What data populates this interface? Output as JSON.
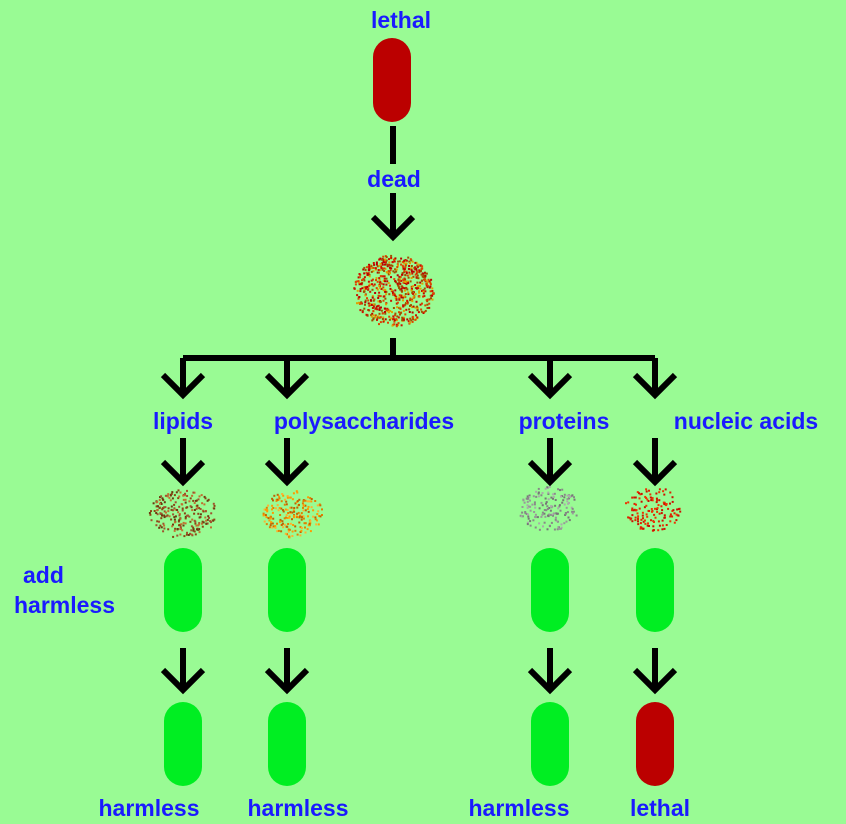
{
  "labels": {
    "top": "lethal",
    "dead": "dead",
    "lipids": "lipids",
    "polysaccharides": "polysaccharides",
    "proteins": "proteins",
    "nucleic_acids": "nucleic acids",
    "add_line1": "add",
    "add_line2": "harmless",
    "result_lipids": "harmless",
    "result_polysaccharides": "harmless",
    "result_proteins": "harmless",
    "result_nucleic_acids": "lethal"
  },
  "colors": {
    "background": "#99fb94",
    "label": "#1a1aff",
    "lethal_bacterium": "#bb0000",
    "harmless_bacterium": "#00ee22",
    "arrow": "#000000",
    "lipid_debris": "#8b4513",
    "polysaccharide_debris": "#ff9a00",
    "protein_debris": "#999999",
    "nucleic_acid_debris": "#dd2200"
  },
  "icons": {
    "lethal_bacterium": "red-capsule",
    "harmless_bacterium": "green-capsule",
    "cell_debris": "speckle-cloud"
  }
}
